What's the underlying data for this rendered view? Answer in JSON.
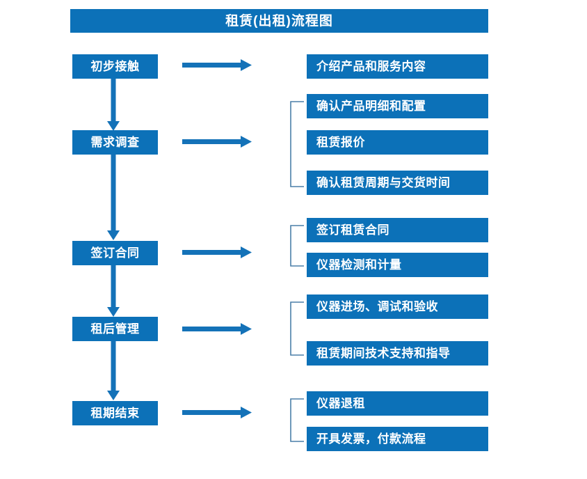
{
  "title": {
    "text": "租赁(出租)流程图"
  },
  "colors": {
    "box_blue": "#0c71b8",
    "arrow_blue": "#1472b8",
    "bracket_blue": "#4a7fa8",
    "box_text": "#ffffff",
    "background": "#ffffff"
  },
  "stages": [
    {
      "id": "stage-1",
      "label": "初步接触"
    },
    {
      "id": "stage-2",
      "label": "需求调查"
    },
    {
      "id": "stage-3",
      "label": "签订合同"
    },
    {
      "id": "stage-4",
      "label": "租后管理"
    },
    {
      "id": "stage-5",
      "label": "租期结束"
    }
  ],
  "details": {
    "group1": [
      {
        "id": "detail-1-1",
        "label": "介绍产品和服务内容"
      }
    ],
    "group2": [
      {
        "id": "detail-2-1",
        "label": "确认产品明细和配置"
      },
      {
        "id": "detail-2-2",
        "label": "租赁报价"
      },
      {
        "id": "detail-2-3",
        "label": "确认租赁周期与交货时间"
      }
    ],
    "group3": [
      {
        "id": "detail-3-1",
        "label": "签订租赁合同"
      },
      {
        "id": "detail-3-2",
        "label": "仪器检测和计量"
      }
    ],
    "group4": [
      {
        "id": "detail-4-1",
        "label": "仪器进场、调试和验收"
      },
      {
        "id": "detail-4-2",
        "label": "租赁期间技术支持和指导"
      }
    ],
    "group5": [
      {
        "id": "detail-5-1",
        "label": "仪器退租"
      },
      {
        "id": "detail-5-2",
        "label": "开具发票，付款流程"
      }
    ]
  },
  "connectors": {
    "horizontal_arrows": 5,
    "vertical_arrows": 4,
    "brackets": 4
  }
}
